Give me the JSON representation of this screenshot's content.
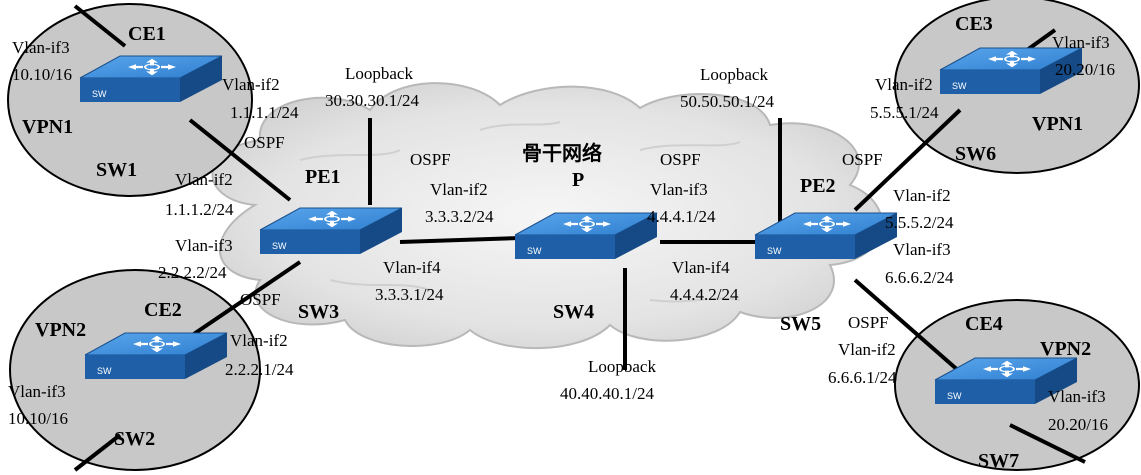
{
  "backbone": {
    "title": "骨干网络"
  },
  "devices": {
    "ce1": {
      "role": "CE1",
      "name": "SW1",
      "vpn": "VPN1"
    },
    "ce2": {
      "role": "CE2",
      "name": "SW2",
      "vpn": "VPN2"
    },
    "ce3": {
      "role": "CE3",
      "name": "SW6",
      "vpn": "VPN1"
    },
    "ce4": {
      "role": "CE4",
      "name": "SW7",
      "vpn": "VPN2"
    },
    "pe1": {
      "role": "PE1",
      "name": "SW3"
    },
    "p": {
      "role": "P",
      "name": "SW4"
    },
    "pe2": {
      "role": "PE2",
      "name": "SW5"
    }
  },
  "switch_badge": "SW",
  "interfaces": {
    "ce1_if3": {
      "name": "Vlan-if3",
      "ip": "10.10/16"
    },
    "ce1_if2": {
      "name": "Vlan-if2",
      "ip": "1.1.1.1/24"
    },
    "pe1_if2": {
      "name": "Vlan-if2",
      "ip": "1.1.1.2/24"
    },
    "pe1_if3": {
      "name": "Vlan-if3",
      "ip": "2.2.2.2/24"
    },
    "ce2_if2": {
      "name": "Vlan-if2",
      "ip": "2.2.2.1/24"
    },
    "ce2_if3": {
      "name": "Vlan-if3",
      "ip": "10.10/16"
    },
    "pe1_loop": {
      "name": "Loopback",
      "ip": "30.30.30.1/24"
    },
    "p_if2": {
      "name": "Vlan-if2",
      "ip": "3.3.3.2/24"
    },
    "pe1_if4": {
      "name": "Vlan-if4",
      "ip": "3.3.3.1/24"
    },
    "p_if3": {
      "name": "Vlan-if3",
      "ip": "4.4.4.1/24"
    },
    "pe2_if4": {
      "name": "Vlan-if4",
      "ip": "4.4.4.2/24"
    },
    "p_loop": {
      "name": "Loopback",
      "ip": "40.40.40.1/24"
    },
    "pe2_loop": {
      "name": "Loopback",
      "ip": "50.50.50.1/24"
    },
    "ce3_if2": {
      "name": "Vlan-if2",
      "ip": "5.5.5.1/24"
    },
    "ce3_if3": {
      "name": "Vlan-if3",
      "ip": "20.20/16"
    },
    "pe2_if2": {
      "name": "Vlan-if2",
      "ip": "5.5.5.2/24"
    },
    "pe2_if3": {
      "name": "Vlan-if3",
      "ip": "6.6.6.2/24"
    },
    "ce4_if2": {
      "name": "Vlan-if2",
      "ip": "6.6.6.1/24"
    },
    "ce4_if3": {
      "name": "Vlan-if3",
      "ip": "20.20/16"
    }
  },
  "protocols": {
    "ce1_pe1": "OSPF",
    "ce2_pe1": "OSPF",
    "backbone_left": "OSPF",
    "backbone_right": "OSPF",
    "ce3_pe2": "OSPF",
    "ce4_pe2": "OSPF"
  },
  "colors": {
    "switch_top": "#3a8ad8",
    "switch_side": "#1f5fa8",
    "site_fill": "#c8c8c8",
    "cloud_fill": "#e4e4e4"
  }
}
